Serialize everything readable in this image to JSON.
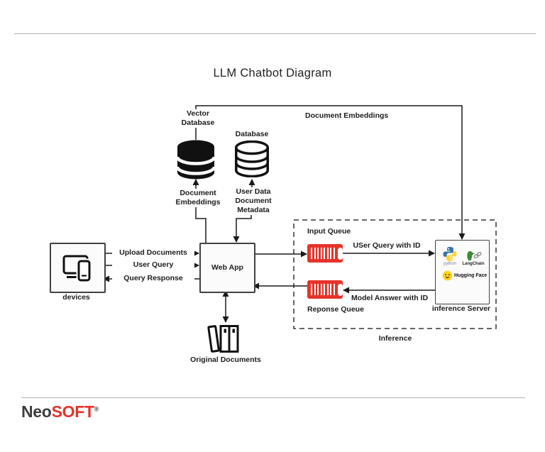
{
  "title": "LLM Chatbot Diagram",
  "brand": {
    "neo": "Neo",
    "soft": "SOFT",
    "reg": "®"
  },
  "nodes": {
    "devices": {
      "label": "devices"
    },
    "web_app": {
      "label": "Web App"
    },
    "vector_database": {
      "label": "Vector Database"
    },
    "database": {
      "label": "Database"
    },
    "input_queue": {
      "label": "Input Queue"
    },
    "response_queue": {
      "label": "Reponse Queue"
    },
    "inference_server": {
      "label": "inference Server"
    },
    "inference_group": {
      "label": "Inference"
    },
    "original_documents": {
      "label": "Original Documents"
    }
  },
  "edges": {
    "upload_documents": "Upload Documents",
    "user_query": "User Query",
    "query_response": "Query Response",
    "document_embeddings_top": "Document Embeddings",
    "document_embeddings": "Document Embeddings",
    "user_data_metadata": "User Data Document Metadata",
    "user_query_with_id": "USer Query with ID",
    "model_answer_with_id": "Model Answer with ID"
  },
  "logos": {
    "python": "python",
    "langchain": "LangChain",
    "huggingface": "Hugging Face"
  },
  "colors": {
    "queue_red": "#e6332a",
    "brand_red": "#e6332a",
    "brand_dark": "#3d3d3f",
    "line": "#1a1a1a",
    "text": "#1c1c1c",
    "python_blue": "#3776ab",
    "python_yellow": "#ffd43b",
    "langchain_green": "#3d8b37",
    "hf_yellow": "#ffd21e"
  }
}
